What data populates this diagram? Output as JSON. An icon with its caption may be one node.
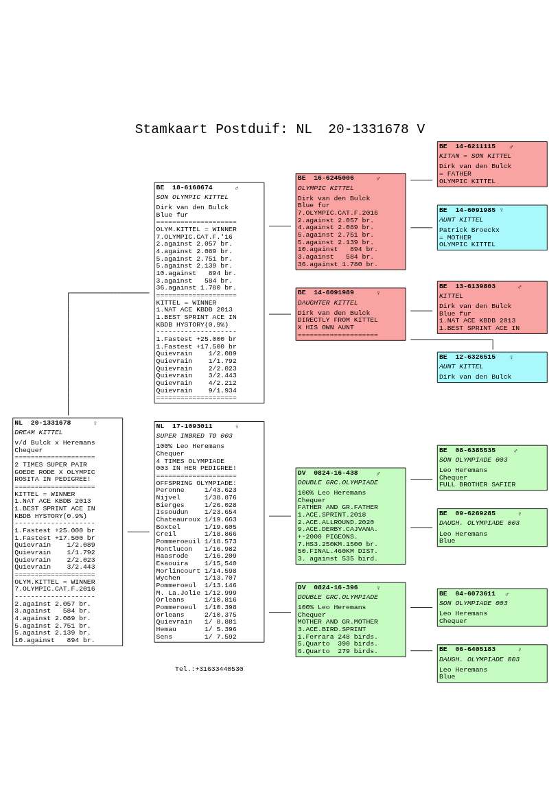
{
  "diagram": {
    "title": "Stamkaart Postduif: NL  20-1331678 V",
    "nodes": [
      {
        "text": [
          "NL  20-1331678",
          "♀",
          "DREAM KITTEL",
          "v/d Bulck x Heremans",
          "Chequer",
          "====================",
          "2 TIMES SUPER PAIR",
          "GOEDE RODE X OLYMPIC",
          "ROSITA IN PEDIGREE!",
          "====================",
          "KITTEL = WINNER",
          "1.NAT ACE KBDB 2013",
          "1.BEST SPRINT ACE IN",
          "KBDB HYSTORY(0.9%)",
          "--------------------",
          "1.Fastest +25.000 br",
          "1.Fastest +17.500 br",
          "Quievrain    1/2.089",
          "Quievrain    1/1.792",
          "Quievrain    2/2.023",
          "Quievrain    3/2.443",
          "====================",
          "OLYM.KITTEL = WINNER",
          "7.OLYMPIC.CAT.F.2016",
          "--------------------",
          "2.against 2.057 br.",
          "3.against   584 br.",
          "4.against 2.089 br.",
          "5.against 2.751 br.",
          "5.against 2.139 br.",
          "10.against   894 br."
        ]
      },
      {
        "text": [
          "BE  18-6168674",
          "♂",
          "SON OLYMPIC KITTEL",
          "Dirk van den Bulck",
          "Blue fur",
          "====================",
          "OLYM.KITTEL = WINNER",
          "7.OLYMPIC.CAT.F.'16",
          "2.against 2.057 br.",
          "4.against 2.089 br.",
          "5.against 2.751 br.",
          "5.against 2.139 br.",
          "10.against   894 br.",
          "3.against   584 br.",
          "36.against 1.780 br.",
          "====================",
          "KITTEL = WINNER",
          "1.NAT ACE KBDB 2013",
          "1.BEST SPRINT ACE IN",
          "KBDB HYSTORY(0.9%)",
          "--------------------",
          "1.Fastest +25.000 br",
          "1.Fastest +17.500 br",
          "Quievrain    1/2.089",
          "Quievrain    1/1.792",
          "Quievrain    2/2.023",
          "Quievrain    3/2.443",
          "Quievrain    4/2.212",
          "Quievrain    9/1.934",
          "===================="
        ]
      },
      {
        "text": [
          "NL  17-1093011",
          "♀",
          "SUPER INBRED TO 003",
          "100% Leo Heremans",
          "Chequer",
          "4 TIMES OLYMPIADE",
          "003 IN HER PEDIGREE!",
          "====================",
          "OFFSPRING OLYMPIADE:",
          "Peronne     1/43.623",
          "Nijvel      1/38.876",
          "Bierges     1/26.028",
          "Issoudun    1/23.654",
          "Chateauroux 1/19.663",
          "Boxtel      1/19.605",
          "Creil       1/18.866",
          "Pommeroeuil 1/18.573",
          "Montlucon   1/16.982",
          "Haasrode    1/16.209",
          "Esaouira    1/15,540",
          "Morlincourt 1/14.598",
          "Wychen      1/13.707",
          "Pommeroeul  1/13.146",
          "M. La.Jolie 1/12.999",
          "Orleans     1/10.816",
          "Pommeroeul  1/10.398",
          "Orleans     2/10.375",
          "Quievrain   1/ 8.881",
          "Hemau       1/ 5.396",
          "Sens        1/ 7.592"
        ]
      },
      {
        "text": [
          "BE  16-6245006",
          "♂",
          "OLYMPIC KITTEL",
          "Dirk van den Bulck",
          "Blue fur",
          "7.OLYMPIC.CAT.F.2016",
          "2.against 2.057 br.",
          "4.against 2.089 br.",
          "5.against 2.751 br.",
          "5.against 2.139 br.",
          "10.against   894 br.",
          "3.against   584 br.",
          "36.against 1.780 br."
        ]
      },
      {
        "text": [
          "BE  14-6091989",
          "♀",
          "DAUGHTER KITTEL",
          "Dirk van den Bulck",
          "DIRECTLY FROM KITTEL",
          "X HIS OWN AUNT",
          "===================="
        ]
      },
      {
        "text": [
          "BE  14-6211115",
          "♂",
          "KITAN = SON KITTEL",
          "Dirk van den Bulck",
          "= FATHER",
          "OLYMPIC KITTEL"
        ]
      },
      {
        "text": [
          "BE  14-6091985",
          "♀",
          "AUNT KITTEL",
          "Patrick Broeckx",
          "= MOTHER",
          "OLYMPIC KITTEL"
        ]
      },
      {
        "text": [
          "BE  13-6139803",
          "♂",
          "KITTEL",
          "Dirk van den Bulck",
          "Blue fur",
          "1.NAT ACE KBDB 2013",
          "1.BEST SPRINT ACE IN"
        ]
      },
      {
        "text": [
          "BE  12-6326515",
          "♀",
          "AUNT KITTEL",
          "Dirk van den Bulck"
        ]
      },
      {
        "text": [
          "DV  0824-16-438",
          "♂",
          "DOUBLE GRC.OLYMPIADE",
          "100% Leo Heremans",
          "Chequer",
          "FATHER AND GR.FATHER",
          "1.ACE.SPRINT.2018",
          "2.ACE.ALLROUND.2020",
          "9.ACE.DERBY.CAJVANA.",
          "+-2000 PIGEONS.",
          "7.HS3.250KM.1500 br.",
          "50.FINAL.460KM DIST.",
          "3. against 535 bird."
        ]
      },
      {
        "text": [
          "DV  0824-16-396",
          "♀",
          "DOUBLE GRC.OLYMPIADE",
          "100% Leo Heremans",
          "Chequer",
          "MOTHER AND GR.MOTHER",
          "3.ACE.BIRD.SPRINT",
          "1.Ferrara 248 birds.",
          "5.Quarto  390 birds.",
          "6.Quarto  279 birds."
        ]
      },
      {
        "text": [
          "BE  08-6385535",
          "♂",
          "SON OLYMPIADE 003",
          "Leo Heremans",
          "Chequer",
          "FULL BROTHER SAFIER"
        ]
      },
      {
        "text": [
          "BE  09-6269285",
          "♀",
          "DAUGH. OLYMPIADE 003",
          "Leo Heremans",
          "Blue"
        ]
      },
      {
        "text": [
          "BE  04-6073611",
          "♂",
          "SON OLYMPIADE 003",
          "Leo Heremans",
          "Chequer"
        ]
      },
      {
        "text": [
          "BE  06-6405183",
          "♀",
          "DAUGH. OLYMPIADE 003",
          "Leo Heremans",
          "Blue"
        ]
      }
    ],
    "edges": [
      {
        "from": 0,
        "to": 1,
        "arrow": "none"
      },
      {
        "from": 0,
        "to": 2,
        "arrow": "none"
      },
      {
        "from": 1,
        "to": 3,
        "arrow": "none"
      },
      {
        "from": 1,
        "to": 4,
        "arrow": "none"
      },
      {
        "from": 3,
        "to": 5,
        "arrow": "none"
      },
      {
        "from": 3,
        "to": 6,
        "arrow": "none"
      },
      {
        "from": 4,
        "to": 7,
        "arrow": "none"
      },
      {
        "from": 4,
        "to": 8,
        "arrow": "none"
      },
      {
        "from": 2,
        "to": 9,
        "arrow": "none"
      },
      {
        "from": 2,
        "to": 10,
        "arrow": "none"
      },
      {
        "from": 9,
        "to": 11,
        "arrow": "none"
      },
      {
        "from": 9,
        "to": 12,
        "arrow": "none"
      },
      {
        "from": 10,
        "to": 13,
        "arrow": "none"
      },
      {
        "from": 10,
        "to": 14,
        "arrow": "none"
      }
    ],
    "labels": [
      "Tel.:+31633440530"
    ]
  }
}
